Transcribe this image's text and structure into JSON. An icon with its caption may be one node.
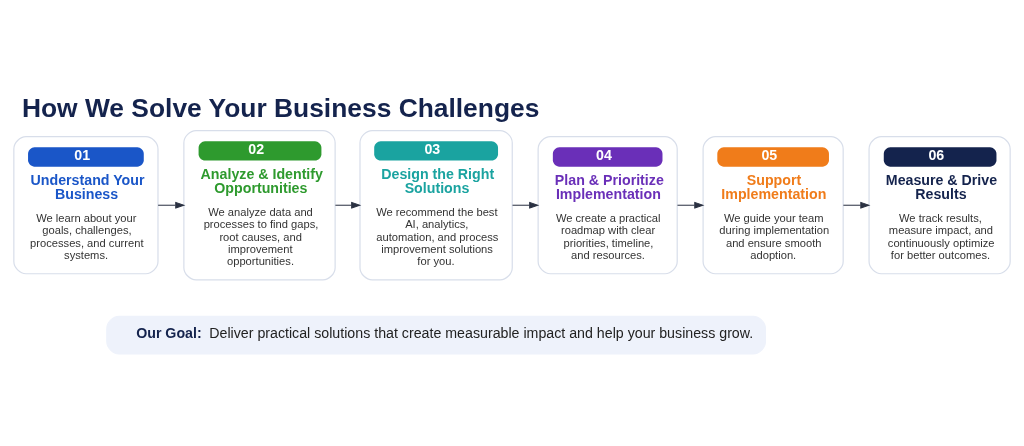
{
  "diagram": {
    "title": "How We Solve Your Business Challenges",
    "nodes": [
      {
        "text": [
          "01",
          "Understand Your Business",
          "We learn about your goals, challenges, processes, and current systems."
        ]
      },
      {
        "text": [
          "02",
          "Analyze & Identify Opportunities",
          "We analyze data and processes to find gaps, root causes, and improvement opportunities."
        ]
      },
      {
        "text": [
          "03",
          "Design the Right Solutions",
          "We recommend the best AI, analytics, automation, and process improvement solutions for you."
        ]
      },
      {
        "text": [
          "04",
          "Plan & Prioritize Implementation",
          "We create a practical roadmap with clear priorities, timeline, and resources."
        ]
      },
      {
        "text": [
          "05",
          "Support Implementation",
          "We guide your team during implementation and ensure smooth adoption."
        ]
      },
      {
        "text": [
          "06",
          "Measure & Drive Results",
          "We track results, measure impact, and continuously optimize for better outcomes."
        ]
      },
      {
        "text": [
          "Our Goal:",
          "Deliver practical solutions that create measurable impact and help your business grow."
        ]
      }
    ],
    "edges": [
      {
        "from": 0,
        "to": 1,
        "arrow": "to"
      },
      {
        "from": 1,
        "to": 2,
        "arrow": "to"
      },
      {
        "from": 2,
        "to": 3,
        "arrow": "to"
      },
      {
        "from": 3,
        "to": 4,
        "arrow": "to"
      },
      {
        "from": 4,
        "to": 5,
        "arrow": "to"
      }
    ]
  }
}
